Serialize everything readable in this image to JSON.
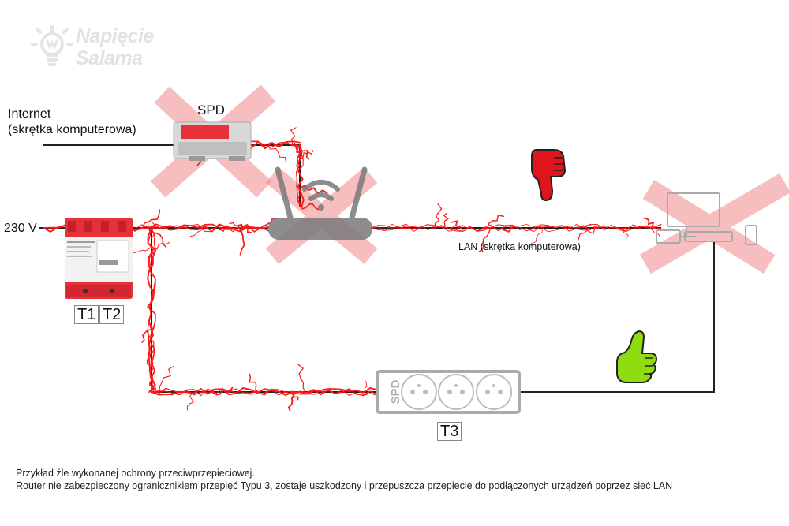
{
  "logo": {
    "line1": "Napięcie",
    "line2": "Salama"
  },
  "labels": {
    "internet_line1": "Internet",
    "internet_line2": "(skrętka komputerowa)",
    "spd_top": "SPD",
    "voltage": "230 V",
    "lan": "LAN (skrętka komputerowa)",
    "t1": "T1",
    "t2": "T2",
    "t3": "T3",
    "socket_spd": "SPD"
  },
  "caption": {
    "line1": "Przykład źle wykonanej ochrony przeciwprzepieciowej.",
    "line2": "Router nie zabezpieczony ogranicznikiem przepięć Typu 3, zostaje uszkodzony i przepuszcza przepiecie do podłączonych urządzeń poprzez sieć LAN"
  },
  "colors": {
    "wire": "#222222",
    "lightning": "#ff1a1a",
    "cross": "#f6a6a6",
    "spd_body": "#e8303a",
    "thumb_down": "#e0141c",
    "thumb_up": "#8fdc10",
    "device_gray": "#9a9a9a"
  },
  "icons": {
    "logo": "lightbulb-icon",
    "spd_module": "surge-protector-icon",
    "router": "wifi-router-icon",
    "computer": "computer-devices-icon",
    "thumb_down": "thumbs-down-icon",
    "thumb_up": "thumbs-up-icon",
    "power_strip": "power-strip-socket-icon"
  }
}
